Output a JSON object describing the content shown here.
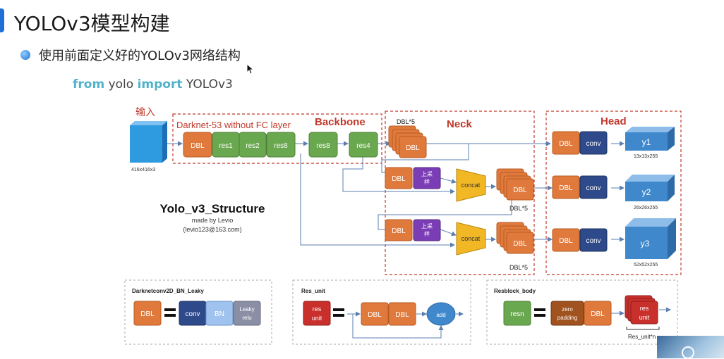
{
  "slide": {
    "title": "YOLOv3模型构建",
    "bullet": "使用前面定义好的YOLOv3网络结构",
    "code": {
      "kw_from": "from",
      "module": "yolo",
      "kw_import": "import",
      "name": "YOLOv3"
    }
  },
  "colors": {
    "red_label": "#c0392b",
    "dbl_orange": "#e07a3c",
    "res_green": "#6aa84f",
    "conv_navy": "#2e4a8a",
    "upsample_purple": "#7a3db5",
    "concat_yellow": "#f2b724",
    "output_blue": "#3f88cc",
    "res_red": "#c9302c"
  },
  "diagram": {
    "input_label": "输入",
    "input_size": "416x416x3",
    "darknet_title": "Darknet-53 without FC layer",
    "backbone": "Backbone",
    "neck": "Neck",
    "head": "Head",
    "blocks": {
      "dbl": "DBL",
      "res1": "res1",
      "res2": "res2",
      "res8a": "res8",
      "res8b": "res8",
      "res4": "res4",
      "conv": "conv",
      "upsample_1": "上采",
      "upsample_2": "样",
      "concat": "concat",
      "dbl5": "DBL*5"
    },
    "outputs": [
      {
        "name": "y1",
        "size": "13x13x255"
      },
      {
        "name": "y2",
        "size": "26x26x255"
      },
      {
        "name": "y3",
        "size": "52x52x255"
      }
    ],
    "structure_title": "Yolo_v3_Structure",
    "made_by": "made by Levio",
    "email": "(levio123@163.com)"
  },
  "legend": {
    "dbl_box": {
      "title": "Darknetconv2D_BN_Leaky",
      "dbl": "DBL",
      "conv": "conv",
      "bn": "BN",
      "leaky1": "Leaky",
      "leaky2": "relu"
    },
    "res_unit_box": {
      "title": "Res_unit",
      "res1": "res",
      "res2": "unit",
      "add": "add"
    },
    "resblock_box": {
      "title": "Resblock_body",
      "resn": "resn",
      "zero1": "zero",
      "zero2": "padding",
      "res_unit_n": "Res_unit*n"
    }
  }
}
